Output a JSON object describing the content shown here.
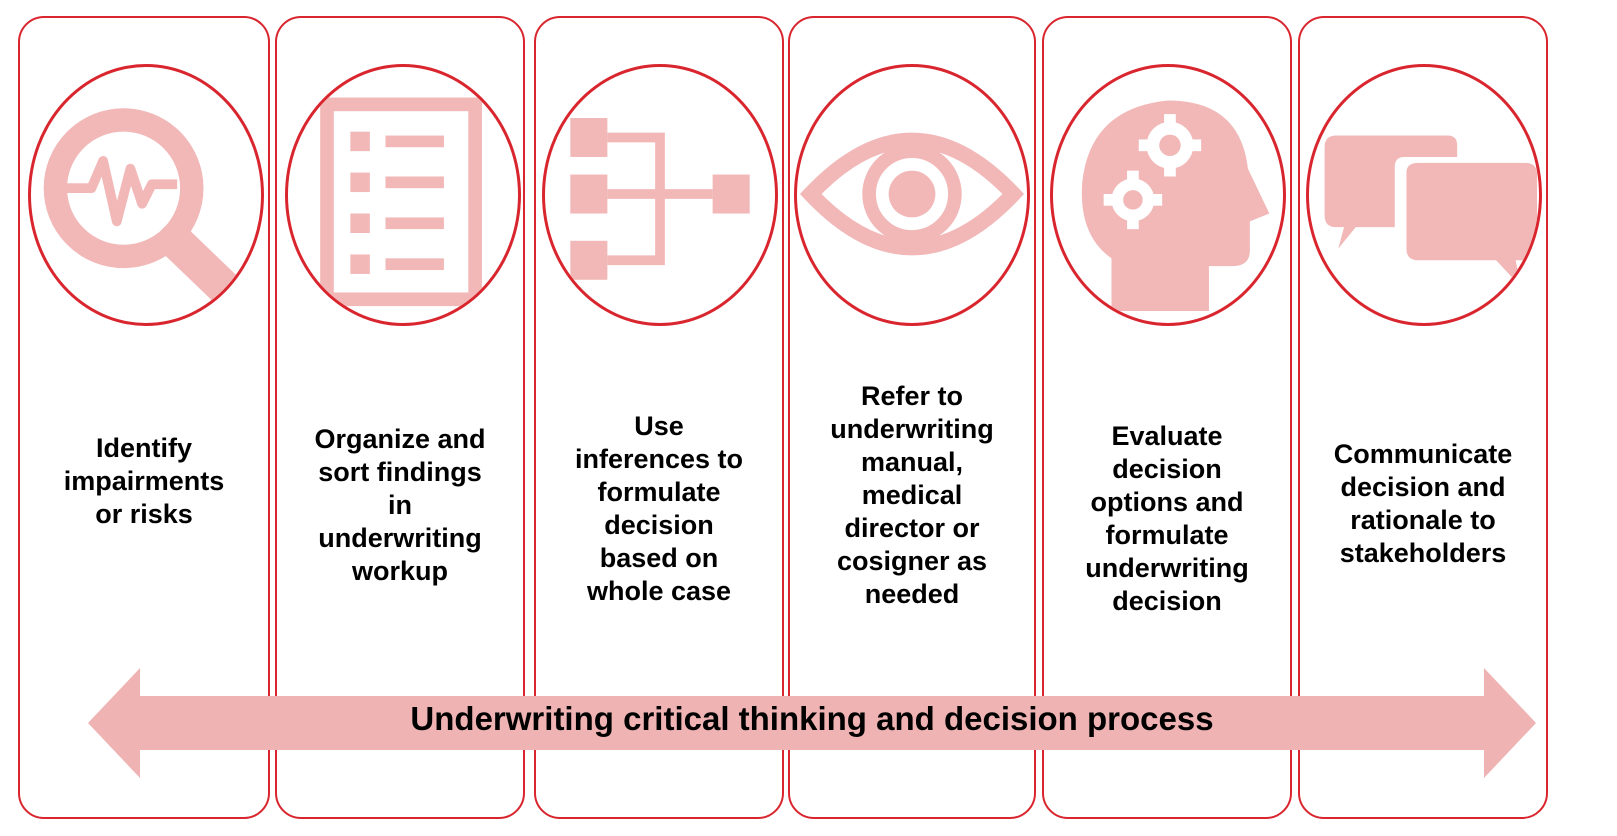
{
  "colors": {
    "border": "#d9262e",
    "icon": "#f2b8b8",
    "arrow": "#efb3b3"
  },
  "steps": [
    {
      "icon": "magnifier-pulse-icon",
      "label": "Identify\nimpairments\nor risks"
    },
    {
      "icon": "checklist-icon",
      "label": "Organize and\nsort findings\nin\nunderwriting\nworkup"
    },
    {
      "icon": "flowchart-icon",
      "label": "Use\ninferences to\nformulate\ndecision\nbased on\nwhole case"
    },
    {
      "icon": "eye-icon",
      "label": "Refer to\nunderwriting\nmanual,\nmedical\ndirector or\ncosigner as\nneeded"
    },
    {
      "icon": "head-gears-icon",
      "label": "Evaluate\ndecision\noptions and\nformulate\nunderwriting\ndecision"
    },
    {
      "icon": "speech-bubbles-icon",
      "label": "Communicate\ndecision and\nrationale to\nstakeholders"
    }
  ],
  "process_arrow": {
    "label": "Underwriting critical thinking and decision process"
  }
}
